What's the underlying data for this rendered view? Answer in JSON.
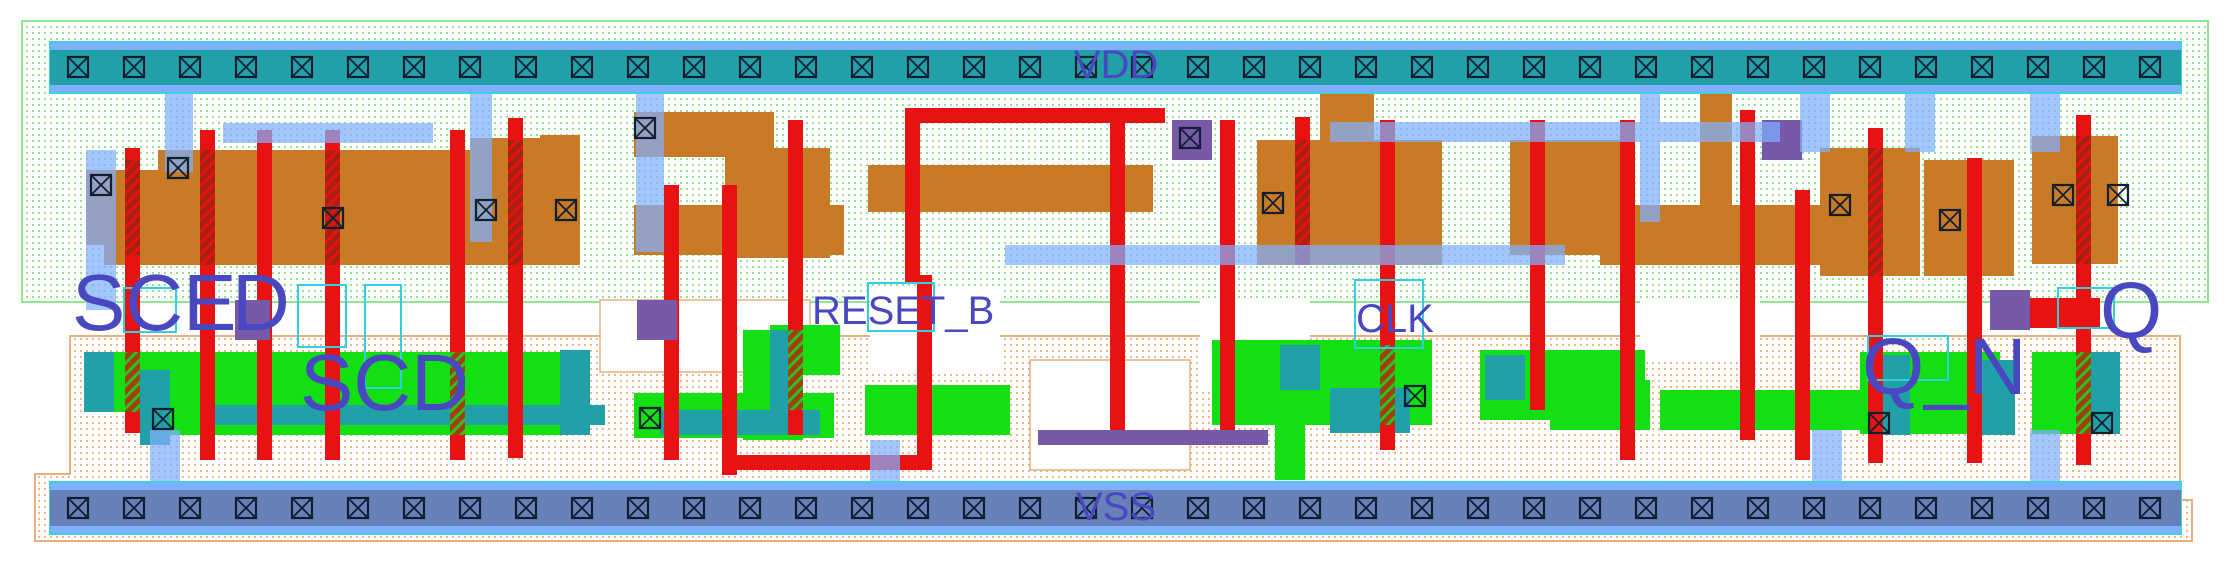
{
  "cell": {
    "kind": "standard-cell layout (scan D flip-flop with reset)",
    "labels": {
      "vdd": "VDD",
      "vss": "VSS",
      "sce": "SCE",
      "d": "D",
      "scd": "SCD",
      "reset_b": "RESET_B",
      "clk": "CLK",
      "q_n": "Q_N",
      "q": "Q"
    }
  },
  "layers": {
    "nwell": {
      "name": "nwell",
      "color": "#7ee07e"
    },
    "pwell": {
      "name": "pwell",
      "color": "#e8a870"
    },
    "pdiff": {
      "name": "pdiff",
      "color": "#c87a26"
    },
    "ndiff": {
      "name": "ndiff",
      "color": "#12e012"
    },
    "poly": {
      "name": "poly",
      "color": "#e81212"
    },
    "li": {
      "name": "li",
      "color": "#7858a8"
    },
    "met1": {
      "name": "met1",
      "color": "#7fb0ff"
    },
    "rail": {
      "name": "met1-rail",
      "color": "#22a0a8"
    },
    "pin": {
      "name": "pin-box",
      "color": "#30d0e0"
    },
    "label": {
      "name": "label-text",
      "color": "#4a48c0"
    }
  },
  "rails": {
    "vdd_contacts": 38,
    "vss_contacts": 38
  }
}
